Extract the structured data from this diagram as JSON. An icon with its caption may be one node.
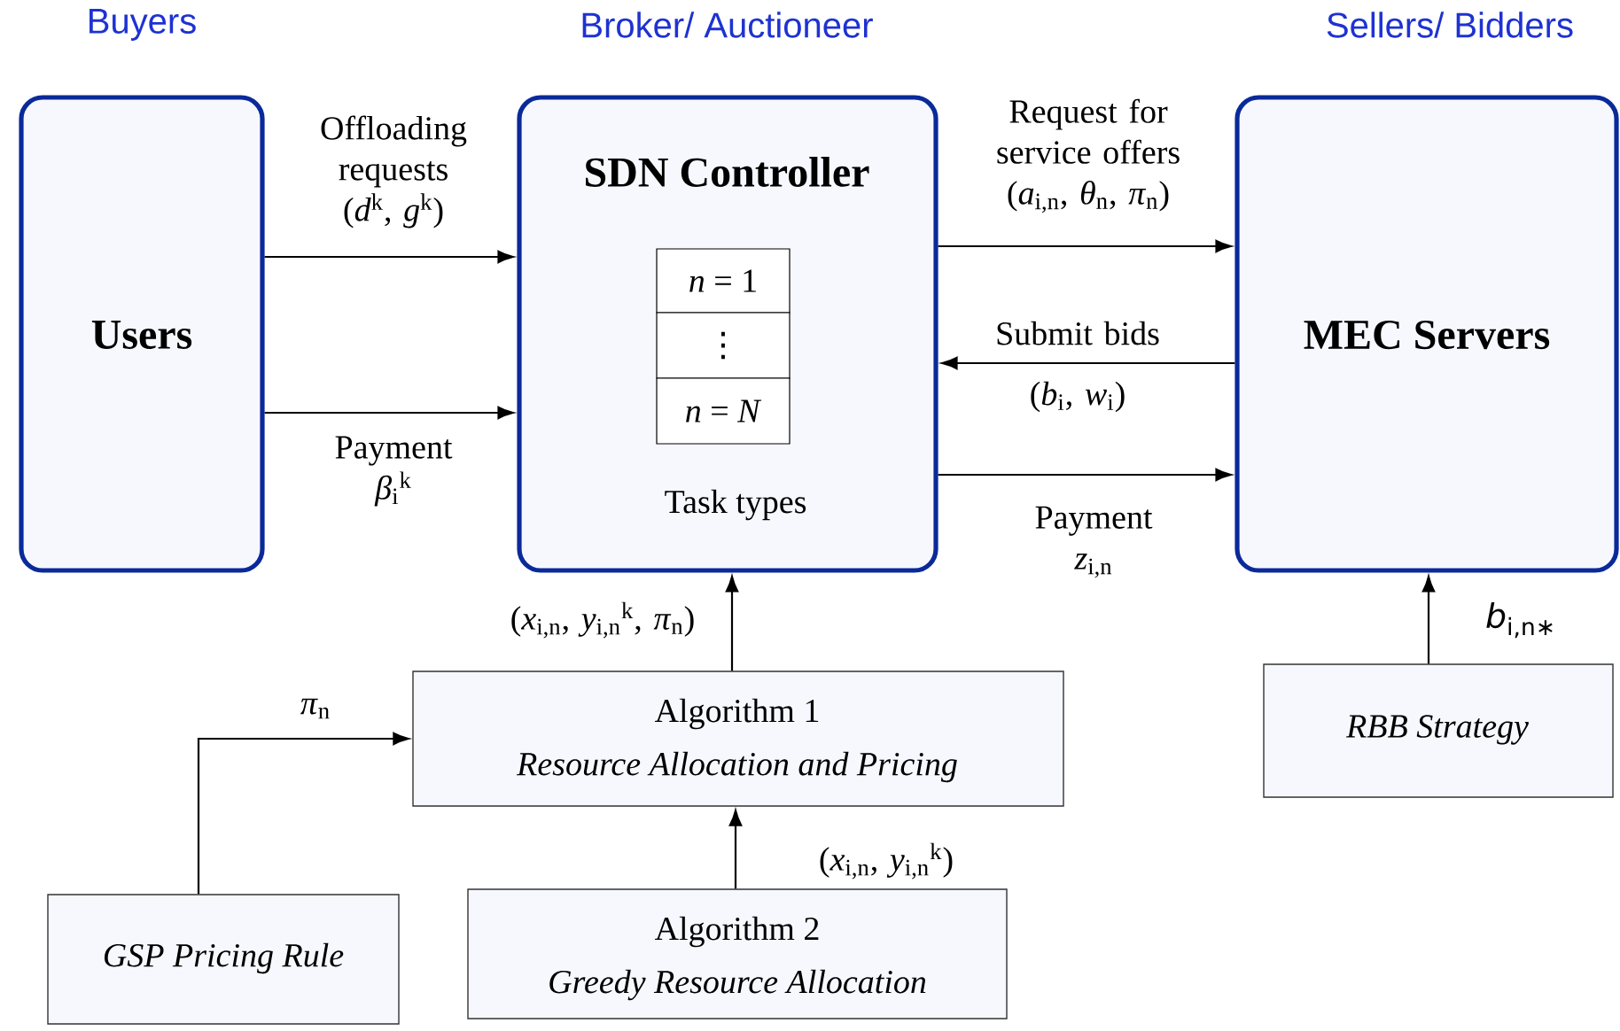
{
  "diagram": {
    "nodes": [
      {
        "text": [
          "Buyers",
          "Users"
        ]
      },
      {
        "text": [
          "Broker/ Auctioneer",
          "SDN Controller",
          "Task types"
        ]
      },
      {
        "text": [
          "*n* = 1"
        ],
        "in": 1
      },
      {
        "text": [
          "⋮"
        ],
        "in": 1
      },
      {
        "text": [
          "*n* = *N*"
        ],
        "in": 1
      },
      {
        "text": [
          "Sellers/ Bidders",
          "MEC Servers"
        ]
      },
      {
        "text": [
          "Algorithm 1",
          "Resource Allocation and Pricing"
        ]
      },
      {
        "text": [
          "RBB Strategy"
        ]
      },
      {
        "text": [
          "GSP Pricing Rule"
        ]
      },
      {
        "text": [
          "Algorithm 2",
          "Greedy Resource Allocation"
        ]
      }
    ],
    "edges": [
      {
        "from": 0,
        "to": 1,
        "arrow": "to",
        "label": "Offloading requests (*d*$^{k}$, *g*$^{k}$)"
      },
      {
        "from": 0,
        "to": 1,
        "arrow": "to",
        "label": "Payment *β*$_{i}$$^{k}$"
      },
      {
        "from": 1,
        "to": 5,
        "arrow": "to",
        "label": "Request for service offers (*a*$_{i,n}$, *θ*$_{n}$, *π*$_{n}$)"
      },
      {
        "from": 5,
        "to": 1,
        "arrow": "to",
        "label": "Submit bids (*b*$_{i}$, *w*$_{i}$)"
      },
      {
        "from": 1,
        "to": 5,
        "arrow": "to",
        "label": "Payment *z*$_{i,n}$"
      },
      {
        "from": 6,
        "to": 1,
        "arrow": "to",
        "label": "(*x*$_{i,n}$, *y*$_{i,n}$$^{k}$, *π*$_{n}$)"
      },
      {
        "from": 8,
        "to": 6,
        "arrow": "to",
        "label": "*π*$_{n}$"
      },
      {
        "from": 9,
        "to": 6,
        "arrow": "to",
        "label": "(*x*$_{i,n}$, *y*$_{i,n}$$^{k}$)"
      },
      {
        "from": 7,
        "to": 5,
        "arrow": "to",
        "label": "*b*$_{i,n∗}$"
      }
    ]
  }
}
